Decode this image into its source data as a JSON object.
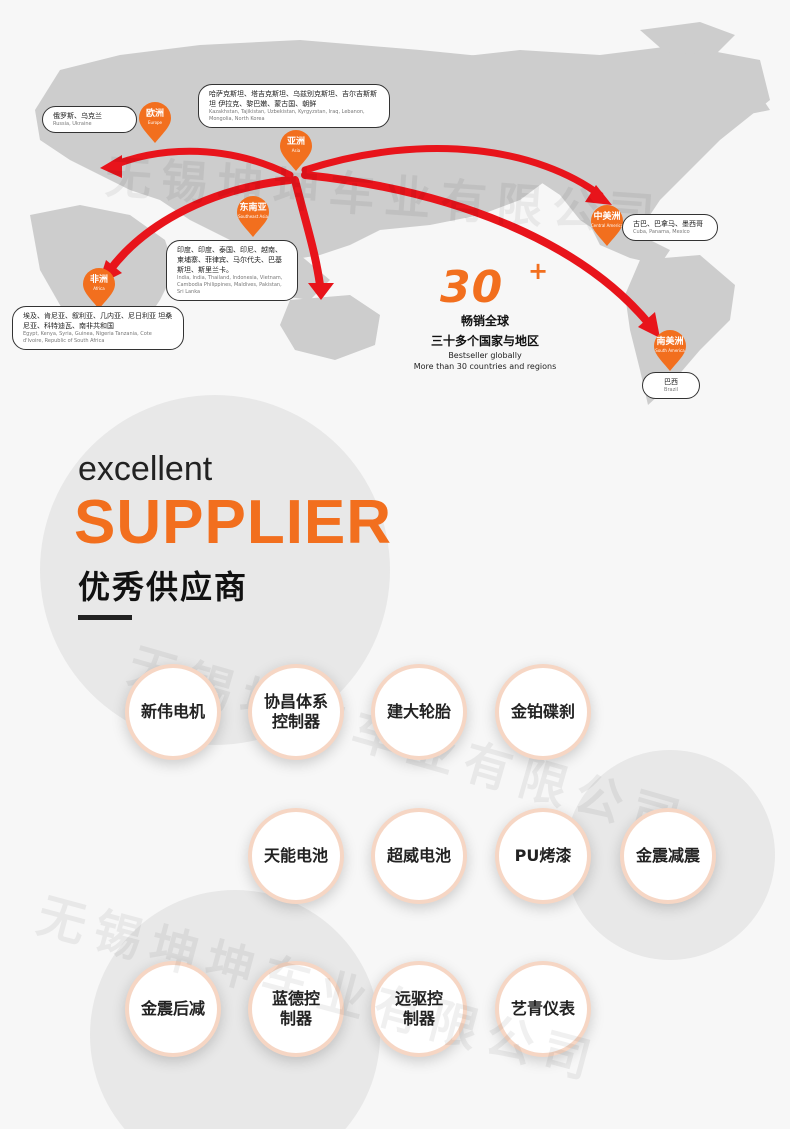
{
  "watermark": "无锡坤坤车业有限公司",
  "map": {
    "regions": [
      {
        "cn": "欧洲",
        "en": "Europe"
      },
      {
        "cn": "亚洲",
        "en": "Asia"
      },
      {
        "cn": "东南亚",
        "en": "Southeast Asia"
      },
      {
        "cn": "非洲",
        "en": "Africa"
      },
      {
        "cn": "中美洲",
        "en": "Central America"
      },
      {
        "cn": "南美洲",
        "en": "South America"
      }
    ],
    "callouts": {
      "europe": {
        "cn": "俄罗斯、乌克兰",
        "en": "Russia, Ukraine"
      },
      "asia": {
        "cn": "哈萨克斯坦、塔吉克斯坦、乌兹别克斯坦、吉尔吉斯斯坦 伊拉克、黎巴嫩、蒙古国、朝鲜",
        "en": "Kazakhstan, Tajikistan, Uzbekistan, Kyrgyzstan, Iraq, Lebanon, Mongolia, North Korea"
      },
      "southeast_asia": {
        "cn": "印度、印度、泰国、印尼、越南、柬埔寨、菲律宾、马尔代夫、巴基斯坦、斯里兰卡。",
        "en": "India, India, Thailand, Indonesia, Vietnam, Cambodia Philippines, Maldives, Pakistan, Sri Lanka"
      },
      "africa": {
        "cn": "埃及、肯尼亚、叙利亚、几内亚、尼日利亚 坦桑尼亚、科特迪瓦、南非共和国",
        "en": "Egypt, Kenya, Syria, Guinea, Nigeria Tanzania, Cote d'Ivoire, Republic of South Africa"
      },
      "central_america": {
        "cn": "古巴、巴拿马、墨西哥",
        "en": "Cuba, Panama, Mexico"
      },
      "south_america": {
        "cn": "巴西",
        "en": "Brazil"
      }
    }
  },
  "stat": {
    "number": "30",
    "plus": "+",
    "cn_line1": "畅销全球",
    "cn_line2": "三十多个国家与地区",
    "en_line1": "Bestseller globally",
    "en_line2": "More than 30 countries and regions"
  },
  "heading": {
    "small": "excellent",
    "big": "SUPPLIER",
    "cn": "优秀供应商"
  },
  "suppliers": [
    {
      "name": "新伟电机"
    },
    {
      "name": "协昌体系控制器"
    },
    {
      "name": "建大轮胎"
    },
    {
      "name": "金铂碟刹"
    },
    {
      "name": "天能电池"
    },
    {
      "name": "超威电池"
    },
    {
      "name": "PU烤漆"
    },
    {
      "name": "金震减震"
    },
    {
      "name": "金震后减"
    },
    {
      "name": "蓝德控制器"
    },
    {
      "name": "远驱控制器"
    },
    {
      "name": "艺青仪表"
    }
  ],
  "colors": {
    "accent": "#f26f1e",
    "arrow": "#e8141b",
    "map": "#cfcfcf"
  }
}
